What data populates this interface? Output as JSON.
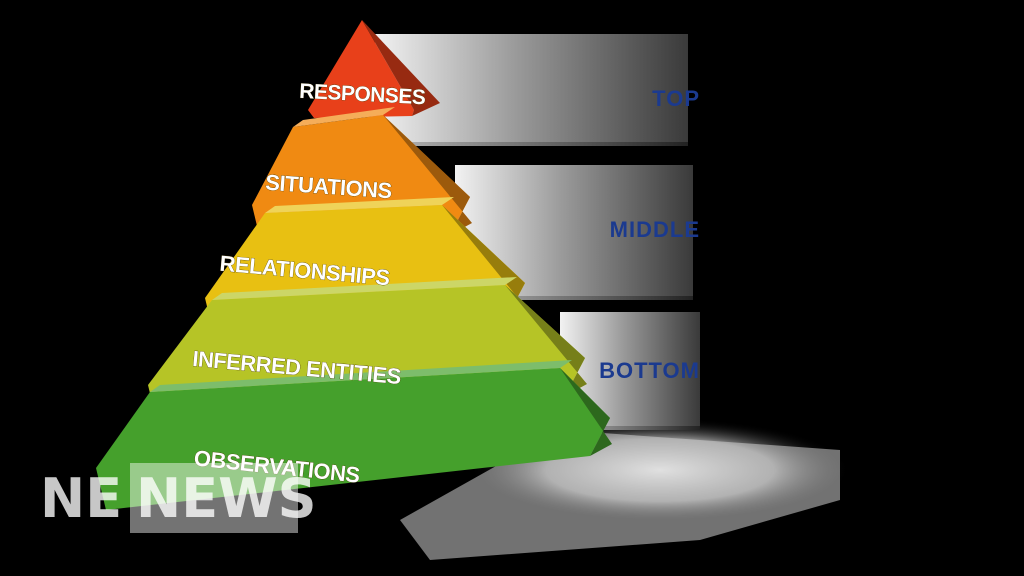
{
  "tiers": [
    {
      "label": "RESPONSES",
      "color": "#e8401a"
    },
    {
      "label": "SITUATIONS",
      "color": "#f08a12"
    },
    {
      "label": "RELATIONSHIPS",
      "color": "#e8c012"
    },
    {
      "label": "INFERRED ENTITIES",
      "color": "#b6c426"
    },
    {
      "label": "OBSERVATIONS",
      "color": "#45a02c"
    }
  ],
  "levels": [
    {
      "label": "TOP"
    },
    {
      "label": "MIDDLE"
    },
    {
      "label": "BOTTOM"
    }
  ],
  "watermark": {
    "left": "NE",
    "right": "NEWS"
  },
  "colors": {
    "background": "#000000",
    "level_text": "#1b3a8f",
    "band_light": "#e6e6e6"
  }
}
